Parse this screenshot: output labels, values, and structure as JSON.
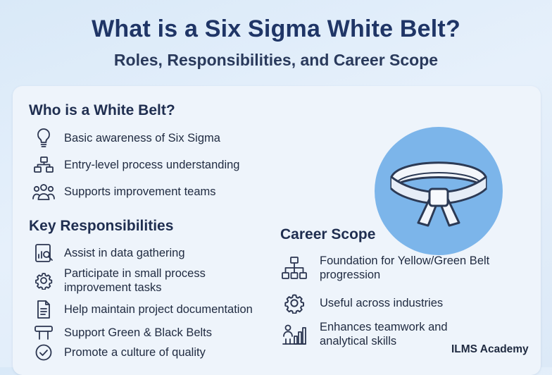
{
  "header": {
    "title": "What is a Six Sigma White Belt?",
    "subtitle": "Roles, Responsibilities, and Career Scope"
  },
  "who": {
    "title": "Who is a White Belt?",
    "items": [
      {
        "icon": "lightbulb-icon",
        "text": "Basic awareness of Six Sigma"
      },
      {
        "icon": "process-flow-icon",
        "text": "Entry-level process understanding"
      },
      {
        "icon": "team-icon",
        "text": "Supports improvement teams"
      }
    ]
  },
  "responsibilities": {
    "title": "Key Responsibilities",
    "items": [
      {
        "icon": "data-search-icon",
        "text": "Assist in data gathering"
      },
      {
        "icon": "gear-icon",
        "text": "Participate in small process improvement tasks"
      },
      {
        "icon": "document-icon",
        "text": "Help maintain project documentation"
      },
      {
        "icon": "support-icon",
        "text": "Support Green & Black Belts"
      },
      {
        "icon": "checkmark-icon",
        "text": "Promote a culture of quality"
      }
    ]
  },
  "career": {
    "title": "Career Scope",
    "items": [
      {
        "icon": "hierarchy-icon",
        "text": "Foundation  for Yellow/Green Belt progression"
      },
      {
        "icon": "gear-icon",
        "text": "Useful across industries"
      },
      {
        "icon": "analytics-team-icon",
        "text": "Enhances teamwork and analytical skills"
      }
    ]
  },
  "illustration": {
    "icon": "white-belt-icon"
  },
  "colors": {
    "title": "#1f3566",
    "accent_circle": "#7cb5ea",
    "card": "#eef4fb"
  },
  "footer": {
    "brand": "ILMS Academy"
  }
}
